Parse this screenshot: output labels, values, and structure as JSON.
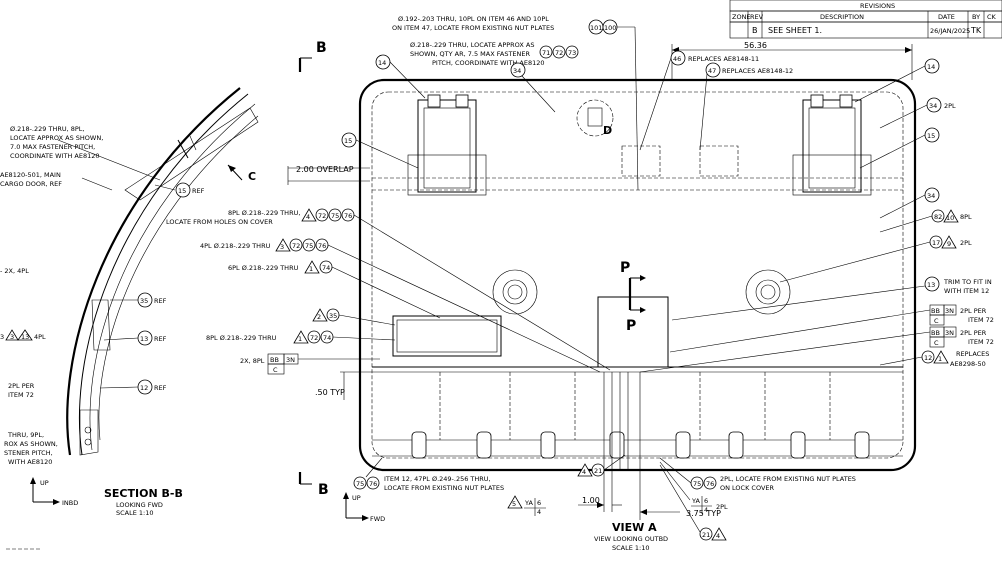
{
  "revisions": {
    "title": "REVISIONS",
    "headers": [
      "ZONE",
      "REV",
      "DESCRIPTION",
      "DATE",
      "BY",
      "CK"
    ],
    "row": {
      "zone": "",
      "rev": "B",
      "description": "SEE SHEET 1.",
      "date": "26/JAN/2025",
      "by": "TK"
    }
  },
  "section_bb": {
    "title": "SECTION B-B",
    "subtitle": "LOOKING FWD",
    "scale": "SCALE 1:10",
    "axis_up": "UP",
    "axis_side": "INBD",
    "view_letter": "C",
    "notes": {
      "n1": [
        "Ø.218-.229 THRU, 8PL,",
        "LOCATE APPROX AS SHOWN,",
        "7.0 MAX FASTENER PITCH,",
        "COORDINATE WITH AE8120"
      ],
      "n2": [
        "AE8120-501, MAIN",
        "CARGO DOOR, REF"
      ],
      "n3": "- 2X, 4PL",
      "n4": "4PL",
      "n5": [
        "2PL PER",
        "ITEM 72"
      ],
      "n6": [
        "THRU, 9PL,",
        "ROX AS SHOWN,",
        "STENER PITCH,",
        "WITH AE8120"
      ]
    },
    "balloons": [
      {
        "num": "15",
        "suffix": "REF"
      },
      {
        "num": "35",
        "suffix": "REF"
      },
      {
        "num": "13",
        "suffix": "REF"
      },
      {
        "num": "12",
        "suffix": "REF"
      },
      {
        "num": "3",
        "suffix": ""
      },
      {
        "num": "13",
        "suffix": ""
      }
    ]
  },
  "view_a": {
    "title": "VIEW A",
    "subtitle": "VIEW LOOKING OUTBD",
    "scale": "SCALE 1:10",
    "axis_up": "UP",
    "axis_side": "FWD",
    "section_letter": "B",
    "view_letter_p": "P",
    "detail_letter": "D",
    "dimensions": {
      "width": "56.36",
      "overlap": "2.00 OVERLAP",
      "typ50": ".50 TYP",
      "d100": "1.00",
      "d375": "3.75 TYP"
    },
    "notes": {
      "top1": [
        "Ø.192-.203 THRU, 10PL ON ITEM 46 AND 10PL",
        "ON ITEM 47, LOCATE FROM EXISTING NUT PLATES"
      ],
      "top2": [
        "Ø.218-.229 THRU, LOCATE APPROX AS",
        "SHOWN, QTY AR, 7.5 MAX FASTENER",
        "PITCH, COORDINATE WITH AE8120"
      ],
      "r46": "REPLACES AE8148-11",
      "r47": "REPLACES AE8148-12",
      "l1": [
        "8PL Ø.218-.229 THRU,",
        "LOCATE FROM HOLES ON COVER"
      ],
      "l2": "4PL Ø.218-.229 THRU",
      "l3": "6PL Ø.218-.229 THRU",
      "l4": "8PL Ø.218-.229 THRU",
      "l5": "2X, 8PL",
      "b1": [
        "ITEM 12, 47PL Ø.249-.256 THRU,",
        "LOCATE FROM EXISTING NUT PLATES"
      ],
      "b2": [
        "2PL, LOCATE FROM EXISTING NUT PLATES",
        "ON LOCK COVER"
      ],
      "b3": "2PL",
      "rp2": "2PL",
      "rp8": "8PL",
      "rp17": "2PL",
      "rtrim": [
        "TRIM TO FIT IN",
        "WITH ITEM 12"
      ],
      "rbb1": [
        "2PL PER",
        "ITEM 72"
      ],
      "rbb2": [
        "2PL PER",
        "ITEM 72"
      ],
      "rrep": [
        "REPLACES",
        "AE8298-50"
      ],
      "flag_bb": "BB",
      "flag_3n": "3N",
      "flag_c": "C",
      "flag_ya": "YA",
      "flag_6": "6",
      "flag_4": "4"
    },
    "balloons": {
      "b101": "101",
      "b100": "100",
      "b71": "71",
      "b72": "72",
      "b73": "73",
      "b46": "46",
      "b47": "47",
      "b34": "34",
      "b14": "14",
      "b15": "15",
      "b75": "75",
      "b76": "76",
      "b74": "74",
      "b82": "82",
      "b17": "17",
      "b12": "12",
      "b21": "21",
      "b35": "35"
    },
    "triangles": {
      "t1": "1",
      "t2": "2",
      "t3": "3",
      "t4": "4",
      "t5": "5",
      "t9": "9",
      "t10": "10"
    }
  }
}
